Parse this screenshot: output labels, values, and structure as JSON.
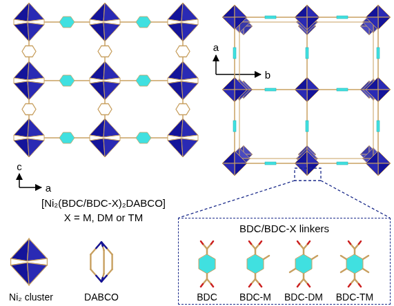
{
  "diagram": {
    "nodes": [
      {
        "text": [
          "BDC/BDC-X linkers"
        ]
      }
    ],
    "labels": [
      "c",
      "a",
      "a",
      "b",
      "[Ni₂(BDC/BDC-X)₂DABCO]",
      "X = M, DM or TM",
      "Ni₂ cluster",
      "DABCO",
      "BDC",
      "BDC-M",
      "BDC-DM",
      "BDC-TM"
    ]
  }
}
